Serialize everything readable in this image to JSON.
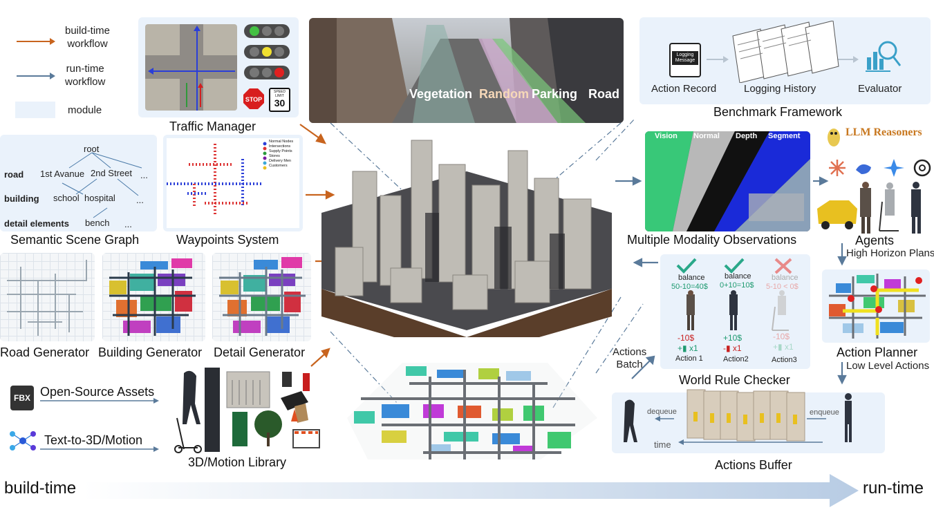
{
  "legend": {
    "build_time": "build-time\nworkflow",
    "run_time": "run-time\nworkflow",
    "module": "module"
  },
  "modules": {
    "traffic_manager": "Traffic Manager",
    "semantic_scene_graph": "Semantic Scene Graph",
    "waypoints_system": "Waypoints System",
    "road_generator": "Road Generator",
    "building_generator": "Building Generator",
    "detail_generator": "Detail Generator",
    "open_source_assets": "Open-Source Assets",
    "text_to_3d": "Text-to-3D/Motion",
    "motion_library": "3D/Motion Library",
    "benchmark_framework": "Benchmark Framework",
    "multiple_modality": "Multiple Modality Observations",
    "agents": "Agents",
    "high_horizon": "High Horizon Plans",
    "action_planner": "Action Planner",
    "low_level": "Low Level Actions",
    "world_rule_checker": "World Rule Checker",
    "actions_batch": "Actions\nBatch",
    "actions_buffer": "Actions Buffer"
  },
  "scene_graph": {
    "root": "root",
    "road": "road",
    "building": "building",
    "detail": "detail elements",
    "avenue": "1st Avanue",
    "street": "2nd Street",
    "school": "school",
    "hospital": "hospital",
    "bench": "bench",
    "dots": "..."
  },
  "waypoint_legend": [
    "Normal Nodes",
    "Intersections",
    "Supply Points",
    "Stores",
    "Delivery Men",
    "Customers"
  ],
  "street_labels": [
    "Vegetation",
    "Random",
    "Parking",
    "Road"
  ],
  "traffic_signs": {
    "stop": "STOP",
    "speed_top": "SPEED\nLIMIT",
    "speed_num": "30"
  },
  "benchmark": {
    "action_record": "Action Record",
    "logging_history": "Logging History",
    "evaluator": "Evaluator",
    "logging_message": "Logging\nMessage"
  },
  "modality_tabs": [
    "Vision",
    "Normal",
    "Depth",
    "Segment"
  ],
  "llm_reasoners": "LLM Reasoners",
  "rule_checker": [
    {
      "balance": "balance",
      "expr": "50-10=40$",
      "cost": "-10$",
      "item": "+▮ x1",
      "name": "Action 1",
      "ok": true
    },
    {
      "balance": "balance",
      "expr": "0+10=10$",
      "cost": "+10$",
      "item": "-▮ x1",
      "name": "Action2",
      "ok": true
    },
    {
      "balance": "balance",
      "expr": "5-10 < 0$",
      "cost": "-10$",
      "item": "+▮ x1",
      "name": "Action3",
      "ok": false
    }
  ],
  "buffer": {
    "dequeue": "dequeue",
    "enqueue": "enqueue",
    "time": "time"
  },
  "fbx": "FBX",
  "bottom": {
    "build_time": "build-time",
    "run_time": "run-time"
  },
  "colors": {
    "build": "#c8641e",
    "run": "#5a7a9a",
    "module": "#eaf2fb",
    "check": "#2aa889",
    "cross": "#e88a8a"
  }
}
